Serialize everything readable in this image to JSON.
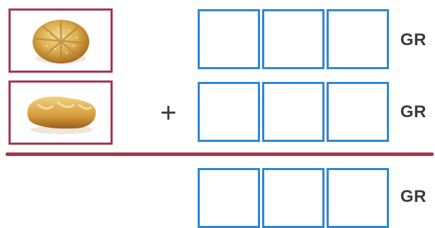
{
  "rows": [
    {
      "image_icon": "round-bread-roll-icon",
      "unit": "GR"
    },
    {
      "image_icon": "baguette-roll-icon",
      "unit": "GR",
      "operator": "+"
    },
    {
      "unit": "GR"
    }
  ],
  "colors": {
    "frame": "#a8344a",
    "digit_box": "#2f86d2",
    "text": "#3c3c3c"
  }
}
